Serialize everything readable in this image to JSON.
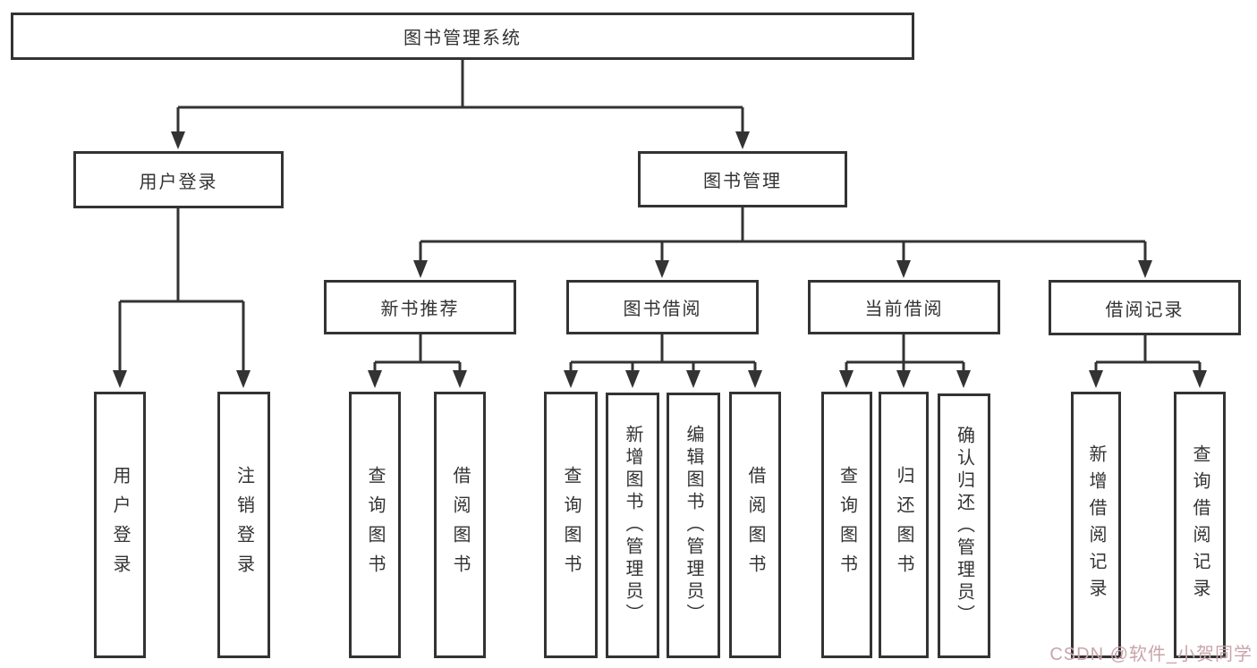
{
  "nodes": {
    "root": "图书管理系统",
    "user_login": "用户登录",
    "book_mgmt": "图书管理",
    "new_book_rec": "新书推荐",
    "book_borrow": "图书借阅",
    "current_borrow": "当前借阅",
    "borrow_record": "借阅记录",
    "leaf_user_login": "用户登录",
    "leaf_logout_login": "注销登录",
    "leaf_nb_query_book": "查询图书",
    "leaf_nb_borrow_book": "借阅图书",
    "leaf_bb_query_book": "查询图书",
    "leaf_bb_add_book_admin": "新增图书（管理员）",
    "leaf_bb_edit_book_admin": "编辑图书（管理员）",
    "leaf_bb_borrow_book": "借阅图书",
    "leaf_cb_query_book": "查询图书",
    "leaf_cb_return_book": "归还图书",
    "leaf_cb_confirm_return_admin": "确认归还（管理员）",
    "leaf_br_add_record": "新增借阅记录",
    "leaf_br_query_record": "查询借阅记录"
  },
  "watermark": "CSDN @软件_小贺同学",
  "colors": {
    "line": "#333333",
    "box_border": "#333333",
    "text": "#333333",
    "watermark": "#c9a4ab",
    "background": "#ffffff"
  }
}
